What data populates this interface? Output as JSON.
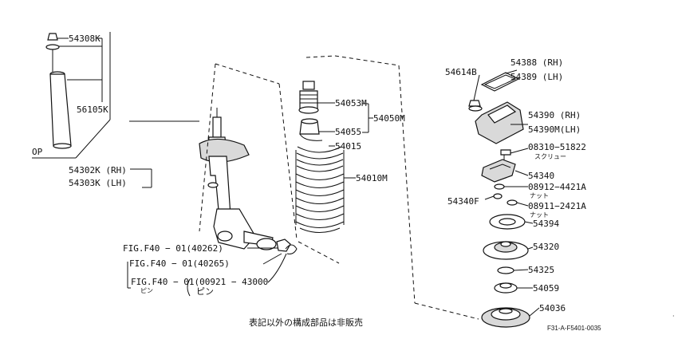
{
  "labels": {
    "p54308K": "54308K",
    "p56105K": "56105K",
    "op": "OP",
    "p54302K": "54302K (RH)",
    "p54303K": "54303K (LH)",
    "p54053M": "54053M",
    "p54050M": "54050M",
    "p54055": "54055",
    "p54015": "54015",
    "p54010M": "54010M",
    "fig1": "FIG.F40 − 01(40262)",
    "fig2": "FIG.F40 − 01(40265)",
    "fig3": "FIG.F40 − 01(00921 − 43000",
    "fig3_sub": "ピン",
    "fig3_sub2": "ピン",
    "p54614B": "54614B",
    "p54388": "54388 (RH)",
    "p54389": "54389 (LH)",
    "p54390": "54390  (RH)",
    "p54390M": "54390M(LH)",
    "p08310": "08310−51822",
    "p08310_sub": "スクリュー",
    "p54340": "54340",
    "p08912": "08912−4421A",
    "p08912_sub": "ナット",
    "p54340F": "54340F",
    "p08911": "08911−2421A",
    "p08911_sub": "ナット",
    "p54394": "54394",
    "p54320": "54320",
    "p54325": "54325",
    "p54059": "54059",
    "p54036": "54036",
    "footer_note": "表記以外の構成部品は非販売",
    "doc_code": "F31-A-F5401-0035"
  }
}
